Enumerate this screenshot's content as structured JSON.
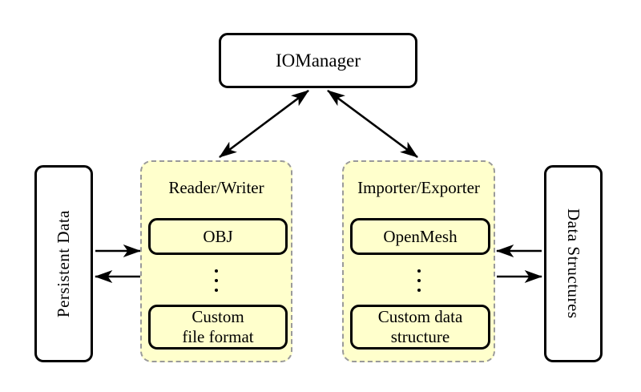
{
  "diagram": {
    "title_node": {
      "label": "IOManager",
      "name": "iomanager-node"
    },
    "left_endpoint": {
      "label": "Persistent Data",
      "orientation": "rotated-ccw"
    },
    "right_endpoint": {
      "label": "Data Structures",
      "orientation": "rotated-cw"
    },
    "groups": [
      {
        "title": "Reader/Writer",
        "items": [
          {
            "label": "OBJ"
          },
          {
            "label": "⋮",
            "type": "ellipsis"
          },
          {
            "label": "Custom\nfile format",
            "line1": "Custom",
            "line2": "file format"
          }
        ]
      },
      {
        "title": "Importer/Exporter",
        "items": [
          {
            "label": "OpenMesh"
          },
          {
            "label": "⋮",
            "type": "ellipsis"
          },
          {
            "label": "Custom data\nstructure",
            "line1": "Custom data",
            "line2": "structure"
          }
        ]
      }
    ],
    "connections": [
      {
        "from": "Reader/Writer",
        "to": "IOManager",
        "style": "double-arrow"
      },
      {
        "from": "Importer/Exporter",
        "to": "IOManager",
        "style": "double-arrow"
      },
      {
        "from": "Persistent Data",
        "to": "Reader/Writer",
        "style": "arrow-right"
      },
      {
        "from": "Reader/Writer",
        "to": "Persistent Data",
        "style": "arrow-left"
      },
      {
        "from": "Data Structures",
        "to": "Importer/Exporter",
        "style": "arrow-left"
      },
      {
        "from": "Importer/Exporter",
        "to": "Data Structures",
        "style": "arrow-right"
      }
    ],
    "colors": {
      "group_fill": "#ffffcc",
      "group_border": "#9a9a9a",
      "node_border": "#000000",
      "node_fill": "#ffffff",
      "background": "#ffffff",
      "text": "#000000"
    }
  }
}
